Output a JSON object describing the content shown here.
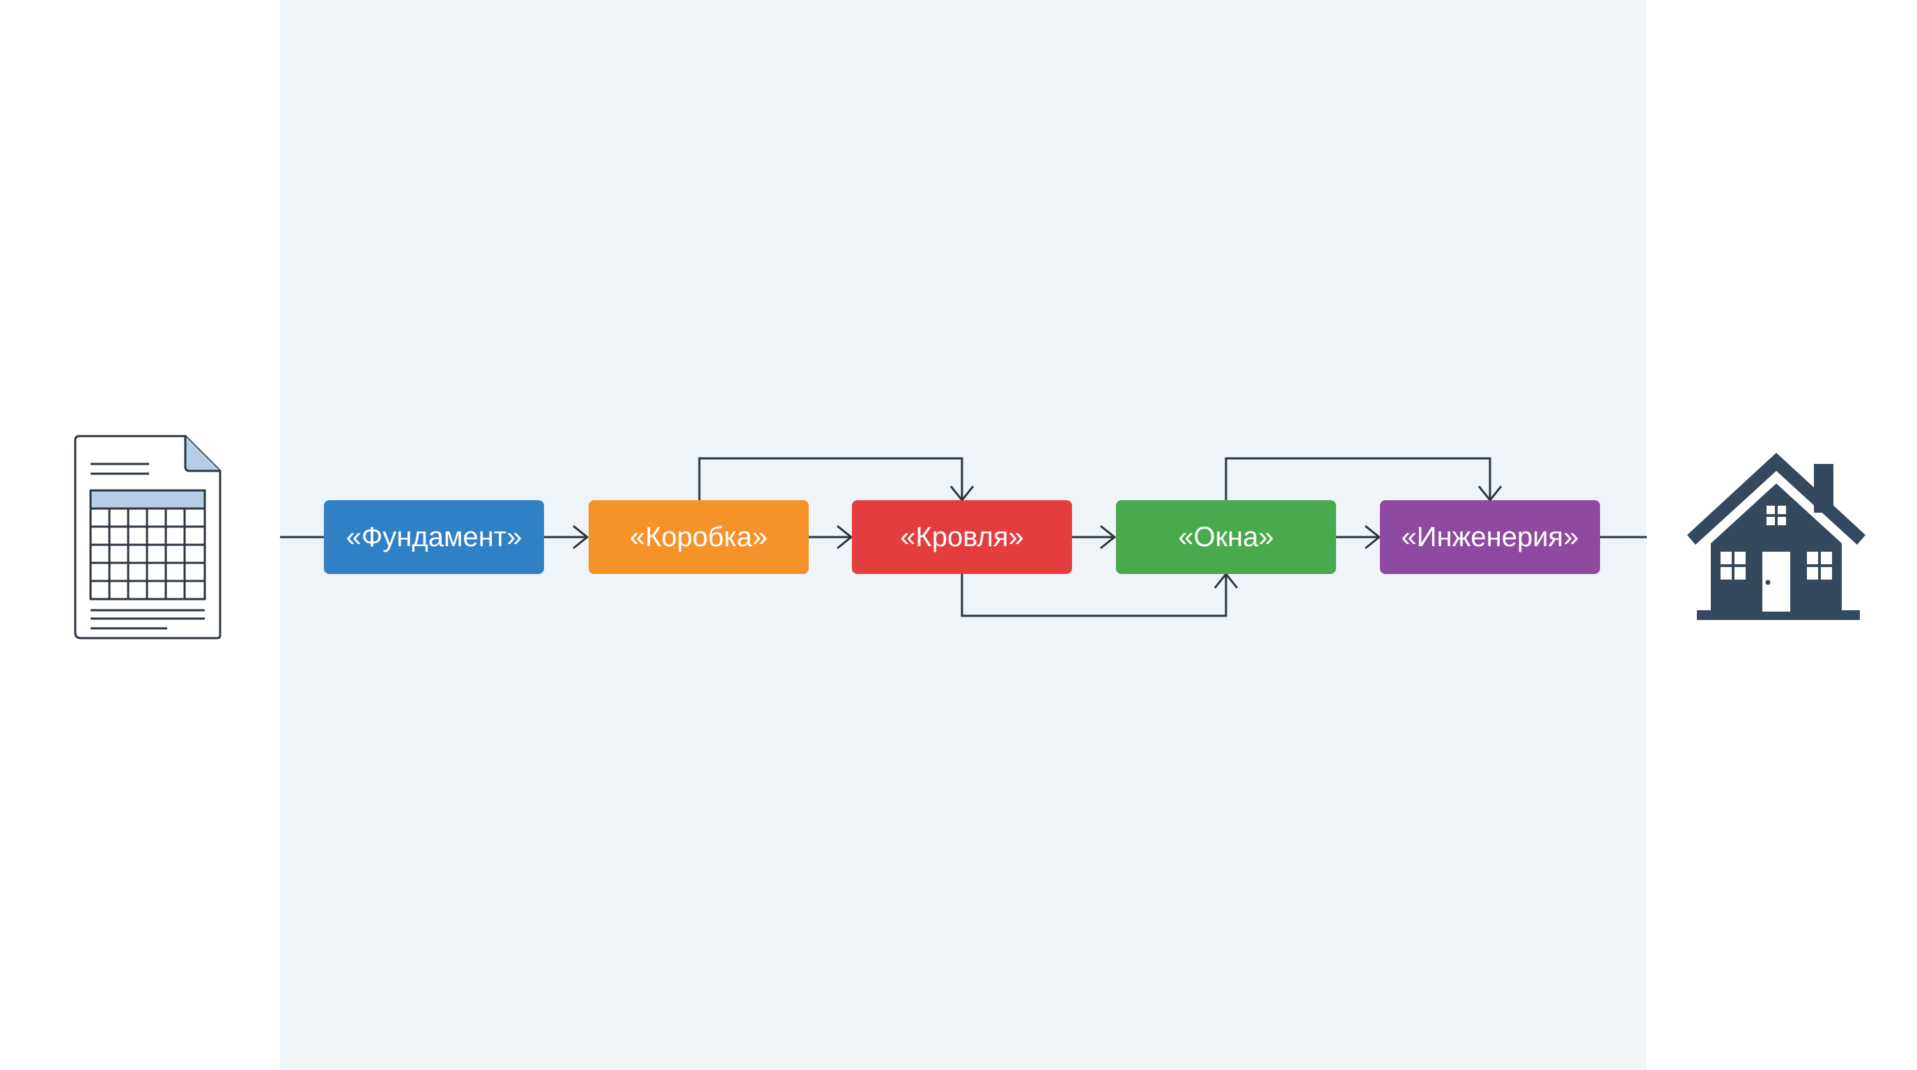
{
  "stages": [
    {
      "label": "«Фундамент»",
      "color": "#3080c6"
    },
    {
      "label": "«Коробка»",
      "color": "#f6922a"
    },
    {
      "label": "«Кровля»",
      "color": "#e43d3d"
    },
    {
      "label": "«Окна»",
      "color": "#48a94e"
    },
    {
      "label": "«Инженерия»",
      "color": "#8e4aa1"
    }
  ],
  "edges": [
    {
      "from": "«Фундамент»",
      "to": "«Коробка»"
    },
    {
      "from": "«Коробка»",
      "to": "«Кровля»"
    },
    {
      "from": "«Кровля»",
      "to": "«Окна»"
    },
    {
      "from": "«Окна»",
      "to": "«Инженерия»"
    },
    {
      "from": "«Коробка»",
      "to": "«Кровля»",
      "route": "over"
    },
    {
      "from": "«Окна»",
      "to": "«Инженерия»",
      "route": "over"
    },
    {
      "from": "«Кровля»",
      "to": "«Окна»",
      "route": "under"
    }
  ],
  "icons": {
    "start": "document-table-icon",
    "end": "house-icon"
  },
  "colors": {
    "line": "#2b3440",
    "panel": "#eff4f9",
    "house": "#34495e",
    "doc_header": "#b5cde6"
  }
}
